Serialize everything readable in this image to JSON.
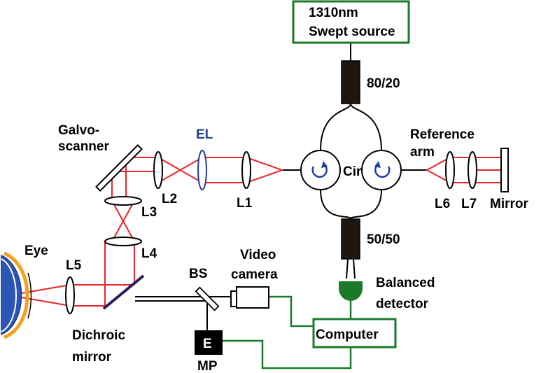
{
  "colors": {
    "beam": "#e8252a",
    "fiber": "#000000",
    "electronic": "#1a7a2a",
    "lens_outline": "#000000",
    "electro_lens": "#1f3f9f",
    "coupler": "#1e1610",
    "eye_cornea": "#f4a020",
    "eye_iris": "#2a55b5"
  },
  "labels": {
    "source_line1": "1310nm",
    "source_line2": "Swept source",
    "coupler_top": "80/20",
    "coupler_bottom": "50/50",
    "galvo_line1": "Galvo-",
    "galvo_line2": "scanner",
    "el": "EL",
    "l1": "L1",
    "l2": "L2",
    "l3": "L3",
    "l4": "L4",
    "l5": "L5",
    "l6": "L6",
    "l7": "L7",
    "cir": "Cir",
    "reference_line1": "Reference",
    "reference_line2": "arm",
    "mirror": "Mirror",
    "eye": "Eye",
    "dichroic_line1": "Dichroic",
    "dichroic_line2": "mirror",
    "bs": "BS",
    "video_line1": "Video",
    "video_line2": "camera",
    "balanced_line1": "Balanced",
    "balanced_line2": "detector",
    "computer": "Computer",
    "mp_box": "E",
    "mp": "MP"
  }
}
